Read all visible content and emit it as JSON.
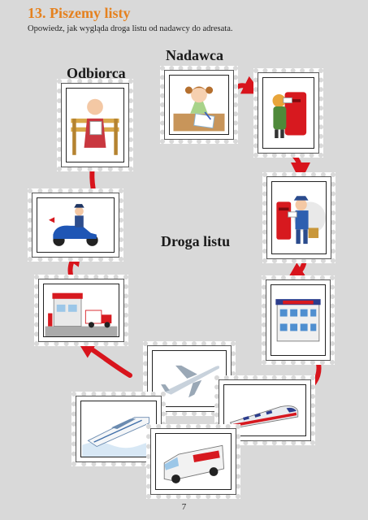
{
  "header": {
    "title": "13. Piszemy listy",
    "subtitle": "Opowiedz, jak wygląda droga listu od nadawcy do adresata."
  },
  "labels": {
    "sender": "Nadawca",
    "recipient": "Odbiorca",
    "route": "Droga listu"
  },
  "stamps": {
    "sender": {
      "icon": "girl-writing-letter-icon"
    },
    "postbox": {
      "icon": "child-posting-letter-icon"
    },
    "postman": {
      "icon": "postman-at-postbox-icon"
    },
    "post_office": {
      "icon": "post-office-building-icon"
    },
    "train": {
      "icon": "train-icon"
    },
    "plane": {
      "icon": "airplane-icon"
    },
    "van": {
      "icon": "delivery-van-icon"
    },
    "ship": {
      "icon": "ship-icon"
    },
    "depot": {
      "icon": "post-depot-icon"
    },
    "scooter": {
      "icon": "postman-scooter-icon"
    },
    "recipient": {
      "icon": "grandma-reading-letter-icon"
    }
  },
  "colors": {
    "title": "#e5811e",
    "arrow": "#d8141c",
    "background": "#d9d9d9"
  },
  "footer": {
    "page_number": "7"
  }
}
